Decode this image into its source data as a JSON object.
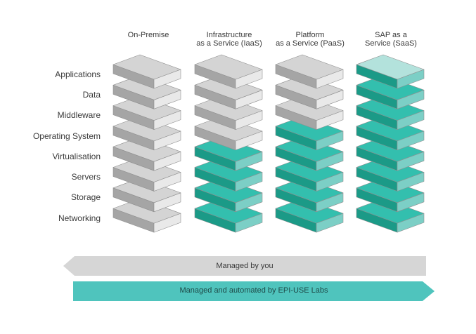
{
  "columns": [
    {
      "line1": "On-Premise",
      "line2": "",
      "managed_by_provider": 0
    },
    {
      "line1": "Infrastructure",
      "line2": "as a Service (IaaS)",
      "managed_by_provider": 4
    },
    {
      "line1": "Platform",
      "line2": "as a Service (PaaS)",
      "managed_by_provider": 5
    },
    {
      "line1": "SAP as a",
      "line2": "Service (SaaS)",
      "managed_by_provider": 8
    }
  ],
  "layers": [
    "Applications",
    "Data",
    "Middleware",
    "Operating System",
    "Virtualisation",
    "Servers",
    "Storage",
    "Networking"
  ],
  "arrows": {
    "managed_by_you": "Managed by you",
    "managed_by_epi": "Managed and automated by EPI-USE Labs"
  },
  "colors": {
    "grey_top": "#d4d4d4",
    "grey_front": "#a5a5a5",
    "grey_side": "#e9e9e9",
    "teal_top": "#33bfae",
    "teal_front": "#1b9a87",
    "teal_side": "#7ccfc6",
    "teal_top_light": "#b3e2dc",
    "arrow_grey": "#d6d6d6",
    "arrow_teal": "#4fc4bd"
  }
}
